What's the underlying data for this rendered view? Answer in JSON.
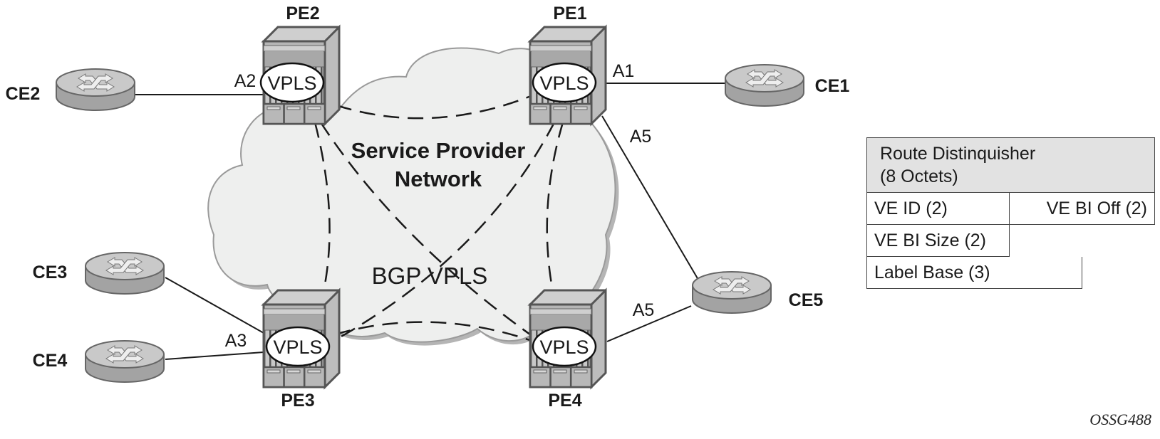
{
  "diagram": {
    "cloud_title_line1": "Service Provider",
    "cloud_title_line2": "Network",
    "mesh_label": "BGP VPLS",
    "colors": {
      "cloud_fill": "#eeefee",
      "cloud_edge": "#9a9a9a",
      "device_body": "#a9a9a9",
      "device_dark": "#5a5a5a",
      "router_body": "#a5a5a5",
      "router_top": "#cfcfcf",
      "line": "#1a1a1a",
      "table_header": "#e2e2e2"
    },
    "pe_nodes": [
      {
        "id": "PE2",
        "label": "PE2",
        "service": "VPLS"
      },
      {
        "id": "PE1",
        "label": "PE1",
        "service": "VPLS"
      },
      {
        "id": "PE3",
        "label": "PE3",
        "service": "VPLS"
      },
      {
        "id": "PE4",
        "label": "PE4",
        "service": "VPLS"
      }
    ],
    "ce_nodes": [
      {
        "id": "CE2",
        "label": "CE2"
      },
      {
        "id": "CE1",
        "label": "CE1"
      },
      {
        "id": "CE3",
        "label": "CE3"
      },
      {
        "id": "CE4",
        "label": "CE4"
      },
      {
        "id": "CE5",
        "label": "CE5"
      }
    ],
    "attachment_labels": {
      "a2": "A2",
      "a1": "A1",
      "a5_top": "A5",
      "a3": "A3",
      "a5_bottom": "A5"
    },
    "links": [
      {
        "from": "CE2",
        "to": "PE2",
        "label": "A2",
        "style": "solid"
      },
      {
        "from": "CE1",
        "to": "PE1",
        "label": "A1",
        "style": "solid"
      },
      {
        "from": "CE5",
        "to": "PE1",
        "label": "A5",
        "style": "solid"
      },
      {
        "from": "CE3",
        "to": "PE3",
        "label": "",
        "style": "solid"
      },
      {
        "from": "CE4",
        "to": "PE3",
        "label": "A3",
        "style": "solid"
      },
      {
        "from": "CE5",
        "to": "PE4",
        "label": "A5",
        "style": "solid"
      },
      {
        "from": "PE2",
        "to": "PE1",
        "style": "dashed"
      },
      {
        "from": "PE2",
        "to": "PE3",
        "style": "dashed"
      },
      {
        "from": "PE2",
        "to": "PE4",
        "style": "dashed"
      },
      {
        "from": "PE1",
        "to": "PE3",
        "style": "dashed"
      },
      {
        "from": "PE1",
        "to": "PE4",
        "style": "dashed"
      },
      {
        "from": "PE3",
        "to": "PE4",
        "style": "dashed"
      }
    ]
  },
  "nlri_table": {
    "route_distinguisher_line1": "Route Distinquisher",
    "route_distinguisher_line2": "(8 Octets)",
    "ve_id": "VE ID (2)",
    "ve_bi_off": "VE BI Off (2)",
    "ve_bi_size": "VE BI Size (2)",
    "label_base": "Label Base (3)"
  },
  "figure_id": "OSSG488"
}
